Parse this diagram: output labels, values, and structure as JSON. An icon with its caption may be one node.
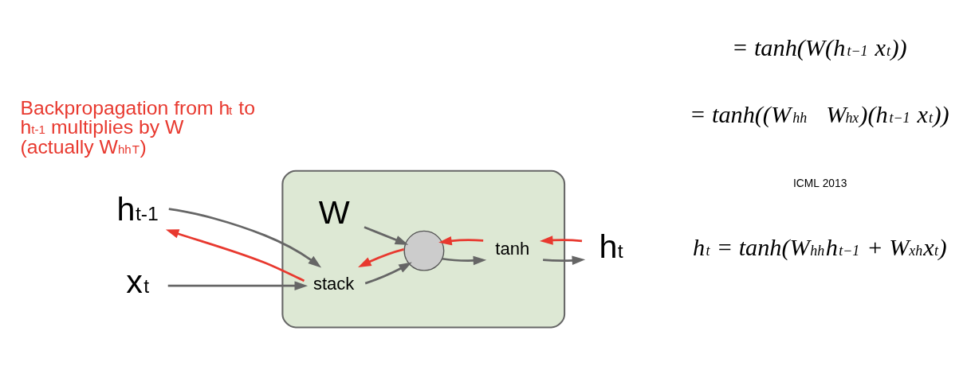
{
  "diagram": {
    "nodes": [
      {
        "text": [],
        "shape": "box"
      },
      {
        "text": [
          "W"
        ],
        "in": 0
      },
      {
        "text": [],
        "shape": "circle",
        "in": 0
      },
      {
        "text": [
          "tanh"
        ],
        "in": 0
      },
      {
        "text": [
          "stack"
        ],
        "in": 0
      },
      {
        "text": [
          "h$_{t-1}$"
        ]
      },
      {
        "text": [
          "h$_{t}$"
        ]
      },
      {
        "text": [
          "x$_{t}$"
        ]
      }
    ],
    "edges": [
      {
        "from": 1,
        "to": 2,
        "arrow": "to"
      },
      {
        "from": 2,
        "to": 3,
        "arrow": "to"
      },
      {
        "from": 3,
        "to": 2,
        "arrow": "to",
        "color": "#e8392f"
      },
      {
        "from": 4,
        "to": 2,
        "arrow": "to"
      },
      {
        "from": 2,
        "to": 4,
        "arrow": "to",
        "color": "#e8392f"
      },
      {
        "from": 5,
        "to": 4,
        "arrow": "to"
      },
      {
        "from": 4,
        "to": 5,
        "arrow": "to",
        "color": "#e8392f"
      },
      {
        "from": 3,
        "to": 6,
        "arrow": "to"
      },
      {
        "from": 6,
        "to": 3,
        "arrow": "to",
        "color": "#e8392f"
      },
      {
        "from": 7,
        "to": 4,
        "arrow": "to"
      }
    ],
    "labels": [
      "ICML 2013",
      "Backpropagation from h$_{t}$ to h$_{t-1}$ multiplies by W (actually W$_{hh}$$^{T}$)",
      "h$_{t}$ = tanh(W$_{hh}$h$_{t−1}$ + W$_{xh}$x$_{t}$)",
      "= tanh((W$_{hh}$   W$_{hx}$)(h$_{t−1}$ x$_{t}$))",
      "= tanh(W(h$_{t−1}$ x$_{t}$))"
    ]
  }
}
